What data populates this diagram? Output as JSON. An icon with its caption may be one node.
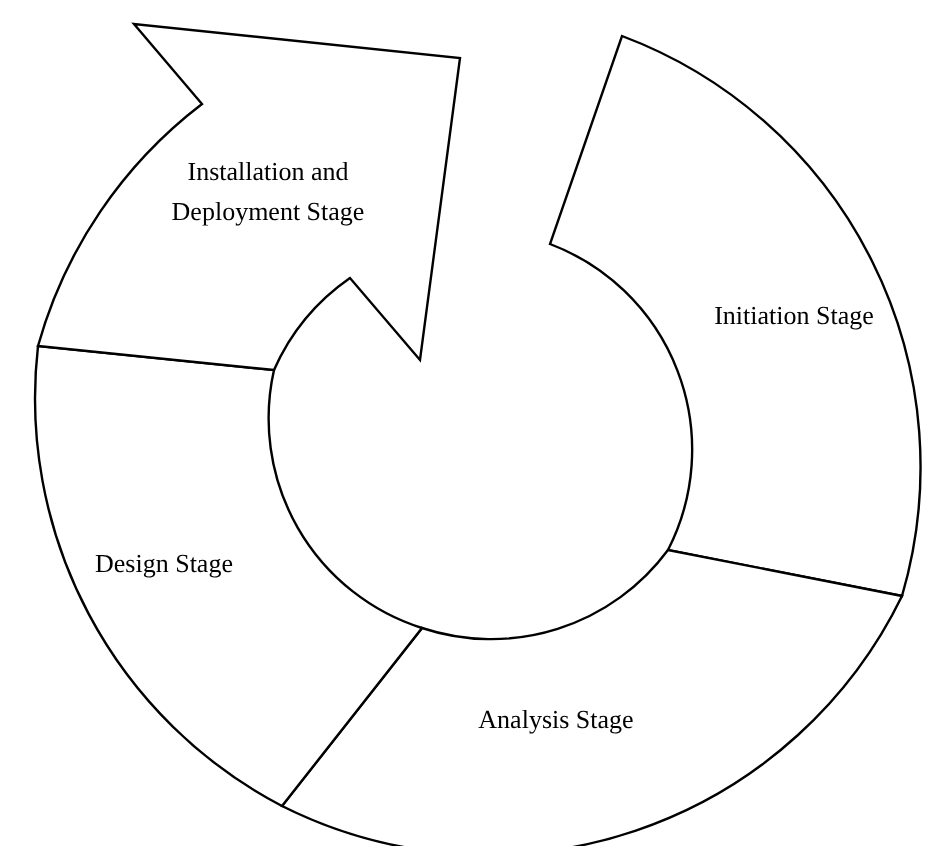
{
  "diagram": {
    "nodes": [
      {
        "text": [
          "Initiation Stage"
        ]
      },
      {
        "text": [
          "Analysis Stage"
        ]
      },
      {
        "text": [
          "Design Stage"
        ]
      },
      {
        "text": [
          "Installation and Deployment Stage"
        ]
      }
    ]
  }
}
